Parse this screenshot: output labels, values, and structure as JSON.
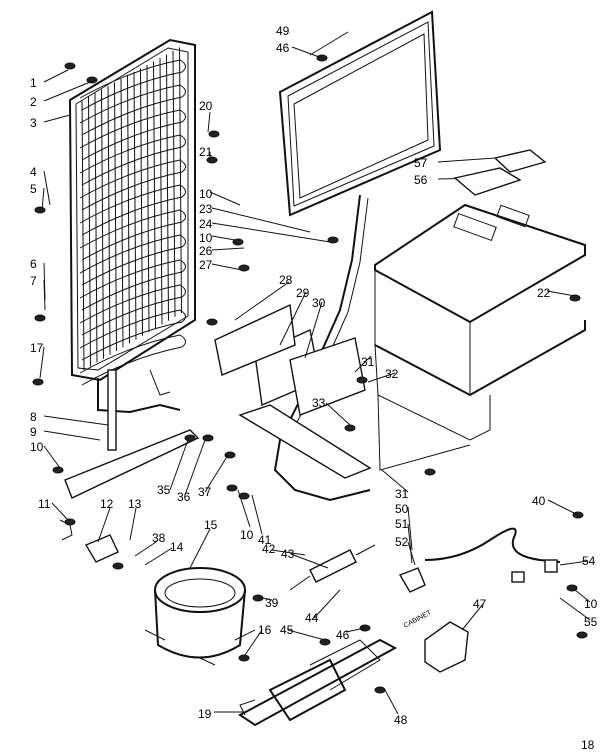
{
  "labels": [
    "1",
    "2",
    "3",
    "4",
    "5",
    "6",
    "7",
    "17",
    "8",
    "9",
    "10",
    "11",
    "12",
    "13",
    "38",
    "14",
    "15",
    "35",
    "36",
    "37",
    "10",
    "41",
    "42",
    "43",
    "39",
    "44",
    "16",
    "45",
    "46",
    "19",
    "48",
    "49",
    "46",
    "20",
    "21",
    "10",
    "23",
    "24",
    "10",
    "26",
    "27",
    "28",
    "29",
    "30",
    "31",
    "32",
    "33",
    "22",
    "57",
    "56",
    "31",
    "50",
    "51",
    "52",
    "47",
    "40",
    "54",
    "10",
    "55",
    "18"
  ],
  "stamp_text": "CABINET"
}
